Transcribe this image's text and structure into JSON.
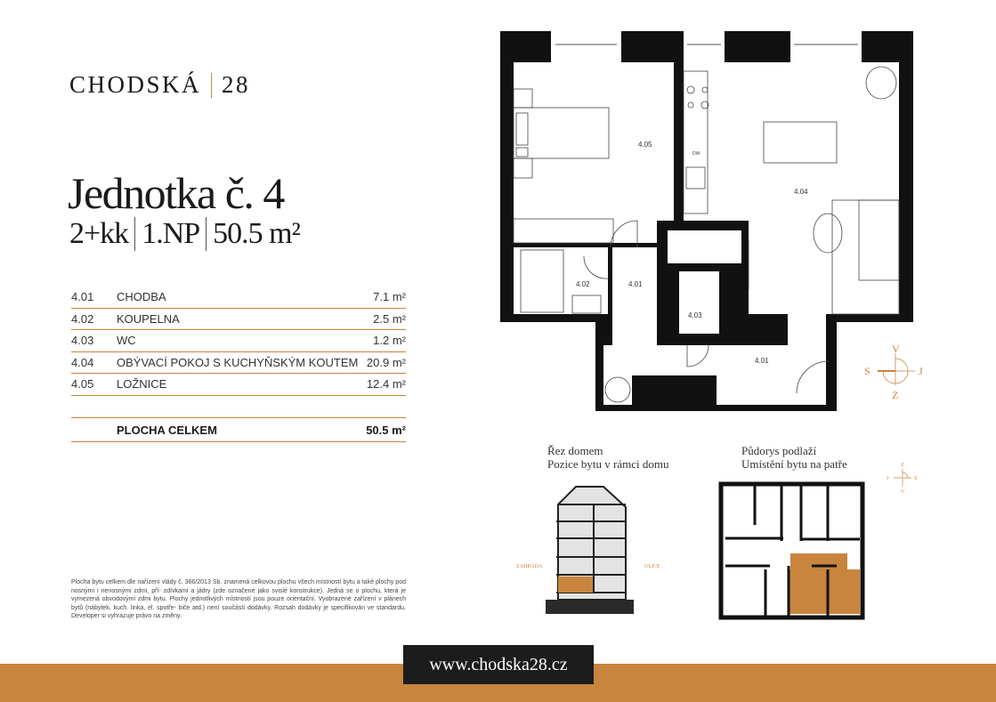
{
  "brand": {
    "name": "CHODSKÁ",
    "number": "28"
  },
  "unit": {
    "title": "Jednotka č. 4",
    "layout": "2+kk",
    "floor": "1.NP",
    "area": "50.5 m²"
  },
  "rooms": [
    {
      "num": "4.01",
      "name": "CHODBA",
      "area": "7.1 m²"
    },
    {
      "num": "4.02",
      "name": "KOUPELNA",
      "area": "2.5 m²"
    },
    {
      "num": "4.03",
      "name": "WC",
      "area": "1.2 m²"
    },
    {
      "num": "4.04",
      "name": "OBÝVACÍ POKOJ S KUCHYŇSKÝM KOUTEM",
      "area": "20.9 m²"
    },
    {
      "num": "4.05",
      "name": "LOŽNICE",
      "area": "12.4 m²"
    }
  ],
  "total": {
    "label": "PLOCHA CELKEM",
    "area": "50.5 m²"
  },
  "note": "Plocha bytu celkem dle nařízení vlády č. 366/2013 Sb. znamená celkovou plochu všech místností bytu a také plochy pod nosnými i nenosnými zdmi, pří- zdívkami a jádry (zde označené jako svislé konstrukce). Jedná se o plochu, která je vymezená obvodovými zdmi bytu. Plochy jednotlivých místností jsou pouze orientační. Vyobrazené zařízení v plánech bytů (nábytek, kuch. linka, el. spotře- biče atd.) není součástí dodávky. Rozsah dodávky je specifikován ve standardu. Developer si vyhrazuje právo na změny.",
  "plan": {
    "labels": {
      "r401a": "4.01",
      "r401b": "4.01",
      "r402": "4.02",
      "r403": "4.03",
      "r404": "4.04",
      "r405": "4.05",
      "dw": "DW"
    },
    "compass": {
      "n": "V",
      "s": "Z",
      "w": "S",
      "e": "J"
    }
  },
  "section": {
    "title": "Řez domem",
    "subtitle": "Pozice bytu v rámci domu",
    "left": "ZAHRADA",
    "right": "ULICE"
  },
  "floorplan": {
    "title": "Půdorys podlaží",
    "subtitle": "Umístění bytu na patře",
    "compass": {
      "n": "Z",
      "s": "V",
      "w": "J",
      "e": "S"
    }
  },
  "website": "www.chodska28.cz",
  "colors": {
    "accent": "#c9843e",
    "dark": "#1c1c1c"
  }
}
